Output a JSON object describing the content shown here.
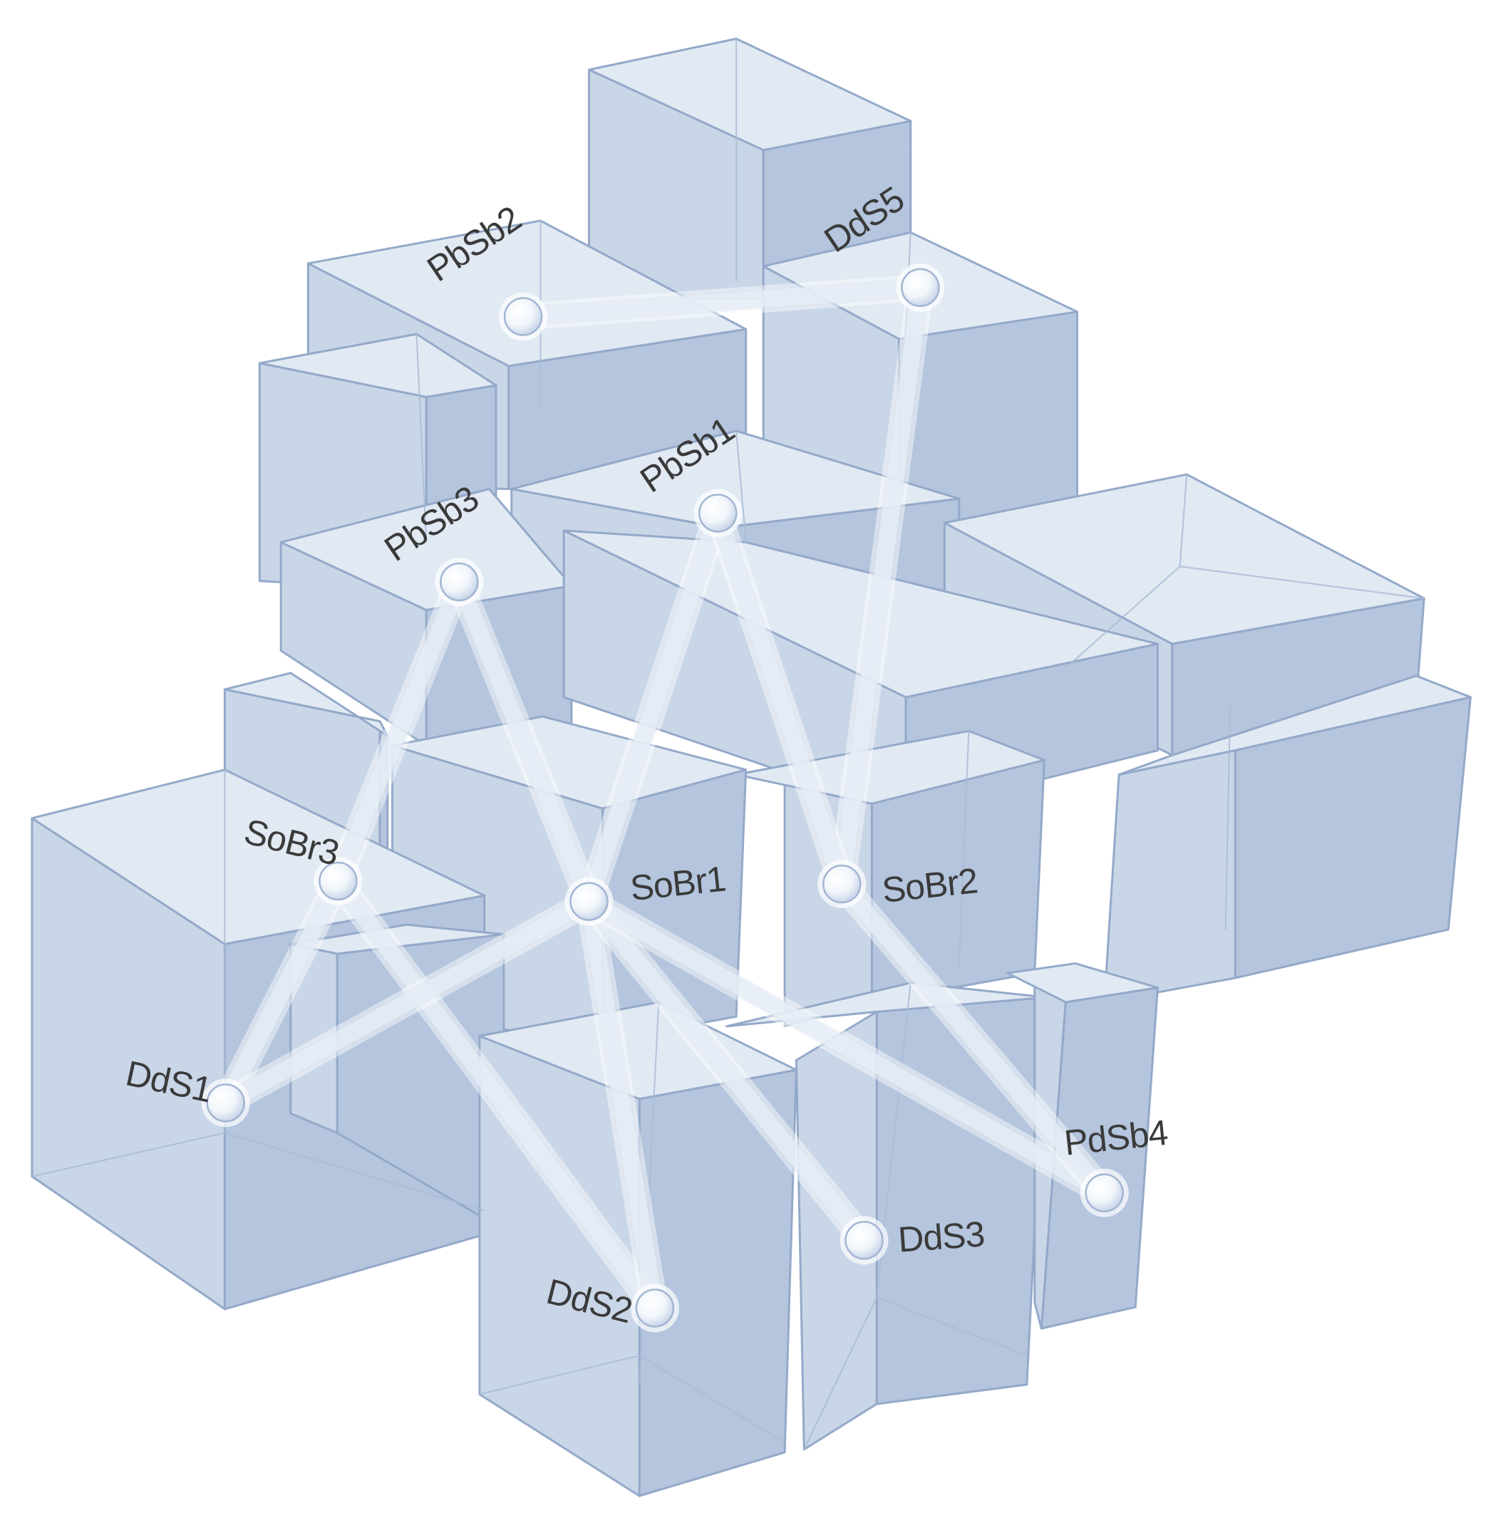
{
  "diagram": {
    "nodes": [
      {
        "id": "PbSb2",
        "label": "PbSb2"
      },
      {
        "id": "DdS5",
        "label": "DdS5"
      },
      {
        "id": "PbSb1",
        "label": "PbSb1"
      },
      {
        "id": "PbSb3",
        "label": "PbSb3"
      },
      {
        "id": "SoBr3",
        "label": "SoBr3"
      },
      {
        "id": "SoBr1",
        "label": "SoBr1"
      },
      {
        "id": "SoBr2",
        "label": "SoBr2"
      },
      {
        "id": "DdS1",
        "label": "DdS1"
      },
      {
        "id": "DdS2",
        "label": "DdS2"
      },
      {
        "id": "DdS3",
        "label": "DdS3"
      },
      {
        "id": "PdSb4",
        "label": "PdSb4"
      }
    ],
    "edges": [
      [
        "PbSb2",
        "DdS5"
      ],
      [
        "DdS5",
        "SoBr2"
      ],
      [
        "PbSb1",
        "SoBr1"
      ],
      [
        "PbSb1",
        "SoBr2"
      ],
      [
        "PbSb3",
        "SoBr3"
      ],
      [
        "PbSb3",
        "SoBr1"
      ],
      [
        "SoBr3",
        "DdS1"
      ],
      [
        "SoBr3",
        "DdS2"
      ],
      [
        "SoBr1",
        "DdS1"
      ],
      [
        "SoBr1",
        "DdS2"
      ],
      [
        "SoBr1",
        "DdS3"
      ],
      [
        "SoBr1",
        "PdSb4"
      ],
      [
        "SoBr2",
        "PdSb4"
      ]
    ]
  },
  "colors": {
    "background": "#ffffff",
    "box_top": "#e1e9f3",
    "box_front": "#c9d6e7",
    "box_side": "#b4c5dd",
    "box_edge": "#94a9c9",
    "link": "#e6edf7",
    "label": "#3a3a3a"
  }
}
